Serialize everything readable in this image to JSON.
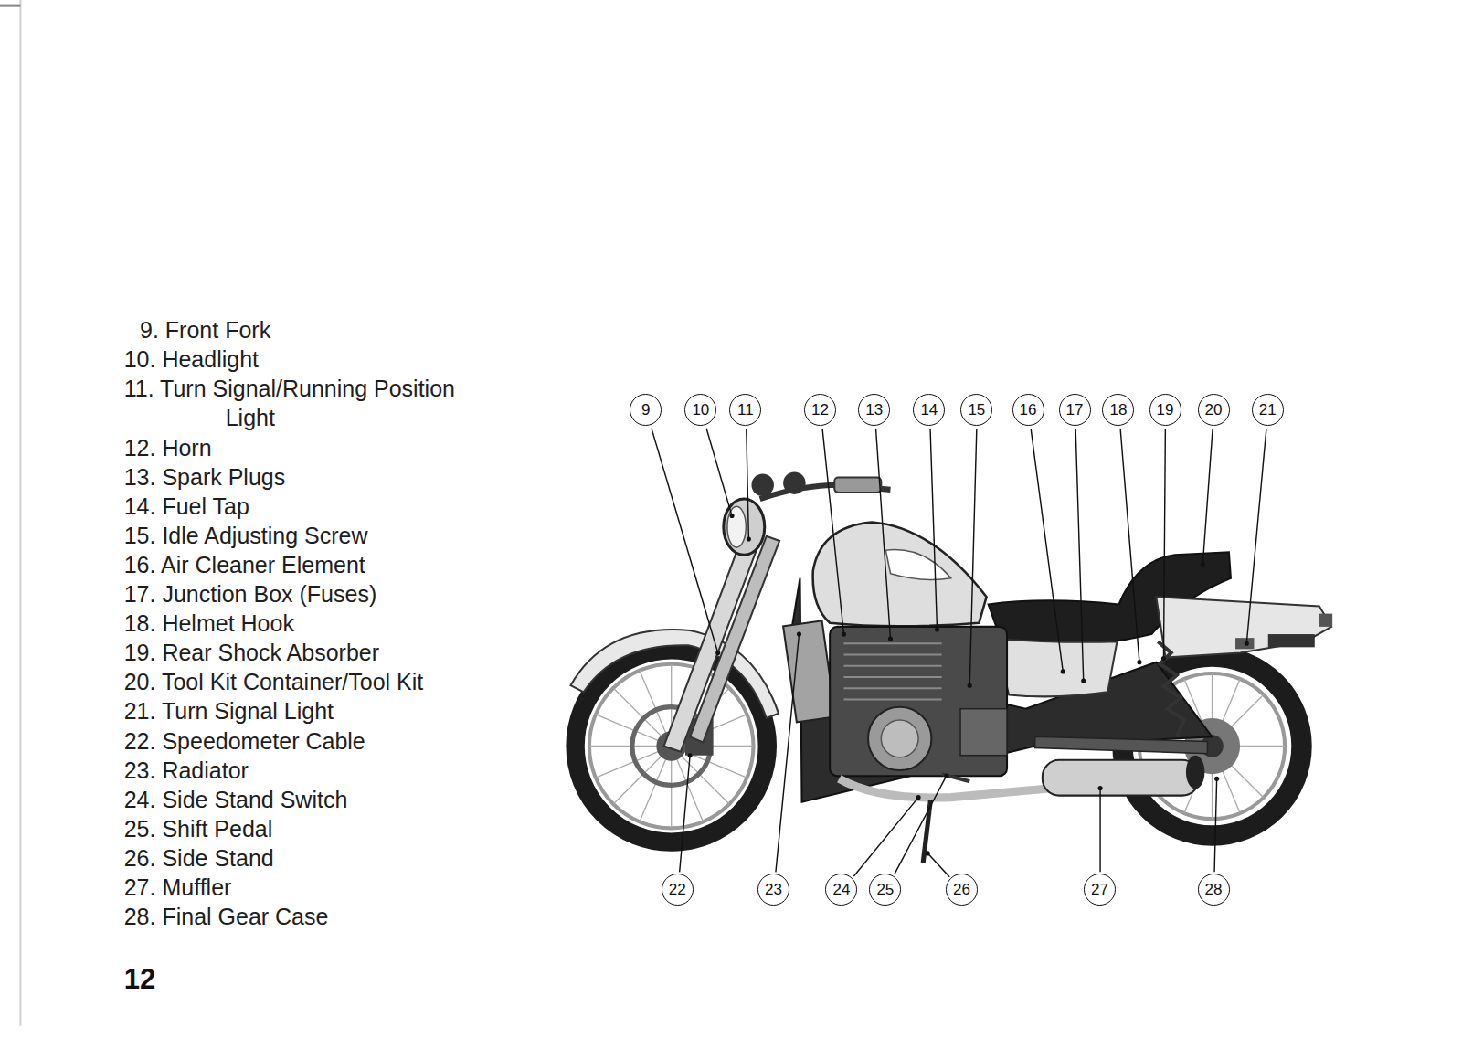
{
  "diagram": {
    "labels": [
      "9. Front Fork",
      "10. Headlight",
      "11. Turn Signal/Running Position Light",
      "12. Horn",
      "13. Spark Plugs",
      "14. Fuel Tap",
      "15. Idle Adjusting Screw",
      "16. Air Cleaner Element",
      "17. Junction Box (Fuses)",
      "18. Helmet Hook",
      "19. Rear Shock Absorber",
      "20. Tool Kit Container/Tool Kit",
      "21. Turn Signal Light",
      "22. Speedometer Cable",
      "23. Radiator",
      "24. Side Stand Switch",
      "25. Shift Pedal",
      "26. Side Stand",
      "27. Muffler",
      "28. Final Gear Case",
      "9",
      "10",
      "11",
      "12",
      "13",
      "14",
      "15",
      "16",
      "17",
      "18",
      "19",
      "20",
      "21",
      "22",
      "23",
      "24",
      "25",
      "26",
      "27",
      "28",
      "12"
    ]
  }
}
